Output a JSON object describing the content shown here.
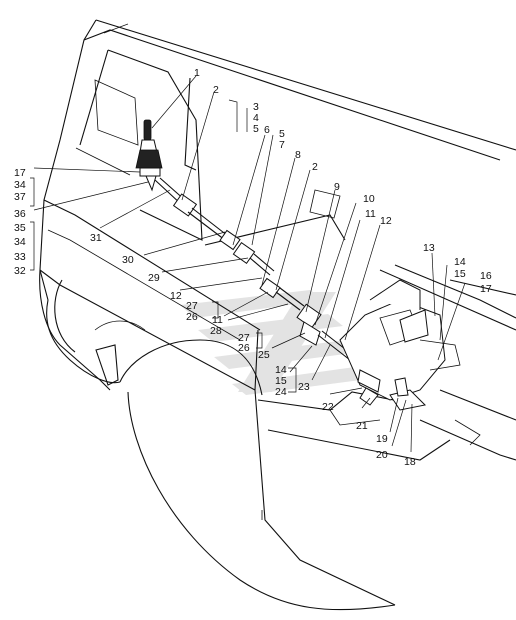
{
  "diagram": {
    "callouts": [
      {
        "id": "c1",
        "text": "1"
      },
      {
        "id": "c2a",
        "text": "2"
      },
      {
        "id": "c3",
        "text": "3"
      },
      {
        "id": "c4",
        "text": "4"
      },
      {
        "id": "c5a",
        "text": "5"
      },
      {
        "id": "c5b",
        "text": "5"
      },
      {
        "id": "c6",
        "text": "6"
      },
      {
        "id": "c7",
        "text": "7"
      },
      {
        "id": "c8",
        "text": "8"
      },
      {
        "id": "c2b",
        "text": "2"
      },
      {
        "id": "c9",
        "text": "9"
      },
      {
        "id": "c10",
        "text": "10"
      },
      {
        "id": "c11a",
        "text": "11"
      },
      {
        "id": "c12a",
        "text": "12"
      },
      {
        "id": "c13",
        "text": "13"
      },
      {
        "id": "c14a",
        "text": "14"
      },
      {
        "id": "c15a",
        "text": "15"
      },
      {
        "id": "c16",
        "text": "16"
      },
      {
        "id": "c17a",
        "text": "17"
      },
      {
        "id": "c17b",
        "text": "17"
      },
      {
        "id": "c34a",
        "text": "34"
      },
      {
        "id": "c37",
        "text": "37"
      },
      {
        "id": "c36",
        "text": "36"
      },
      {
        "id": "c35",
        "text": "35"
      },
      {
        "id": "c34b",
        "text": "34"
      },
      {
        "id": "c33",
        "text": "33"
      },
      {
        "id": "c32",
        "text": "32"
      },
      {
        "id": "c31",
        "text": "31"
      },
      {
        "id": "c30",
        "text": "30"
      },
      {
        "id": "c29",
        "text": "29"
      },
      {
        "id": "c12b",
        "text": "12"
      },
      {
        "id": "c27a",
        "text": "27"
      },
      {
        "id": "c26a",
        "text": "26"
      },
      {
        "id": "c11b",
        "text": "11"
      },
      {
        "id": "c28",
        "text": "28"
      },
      {
        "id": "c27b",
        "text": "27"
      },
      {
        "id": "c26b",
        "text": "26"
      },
      {
        "id": "c25",
        "text": "25"
      },
      {
        "id": "c14b",
        "text": "14"
      },
      {
        "id": "c15b",
        "text": "15"
      },
      {
        "id": "c24",
        "text": "24"
      },
      {
        "id": "c23",
        "text": "23"
      },
      {
        "id": "c22",
        "text": "22"
      },
      {
        "id": "c21",
        "text": "21"
      },
      {
        "id": "c19",
        "text": "19"
      },
      {
        "id": "c20",
        "text": "20"
      },
      {
        "id": "c18",
        "text": "18"
      }
    ]
  }
}
